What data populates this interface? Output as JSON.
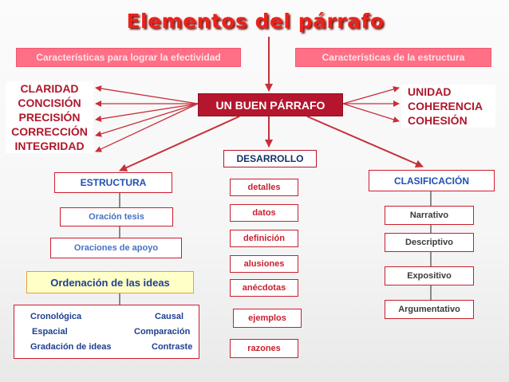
{
  "title": "Elementos del párrafo",
  "left_header": "Características  para lograr la efectividad",
  "right_header": "Características  de la estructura",
  "center": "UN BUEN PÁRRAFO",
  "left_list": [
    "CLARIDAD",
    "CONCISIÓN",
    "PRECISIÓN",
    "CORRECCIÓN",
    "INTEGRIDAD"
  ],
  "right_list": [
    "UNIDAD",
    "COHERENCIA",
    "COHESIÓN"
  ],
  "estructura": {
    "label": "ESTRUCTURA",
    "items": [
      "Oración tesis",
      "Oraciones de apoyo"
    ]
  },
  "ordenacion": {
    "label": "Ordenación de las ideas",
    "items": [
      "Cronológica",
      "Causal",
      "Espacial",
      "Comparación",
      "Gradación de ideas",
      "Contraste"
    ]
  },
  "desarrollo": {
    "label": "DESARROLLO",
    "items": [
      "detalles",
      "datos",
      "definición",
      "alusiones",
      "anécdotas",
      "ejemplos",
      "razones"
    ]
  },
  "clasificacion": {
    "label": "CLASIFICACIÓN",
    "items": [
      "Narrativo",
      "Descriptivo",
      "Expositivo",
      "Argumentativo"
    ]
  },
  "colors": {
    "title": "#e8231c",
    "accent_red": "#b5162e",
    "pink": "#ff6f86",
    "blue_text": "#1f4fb3"
  }
}
